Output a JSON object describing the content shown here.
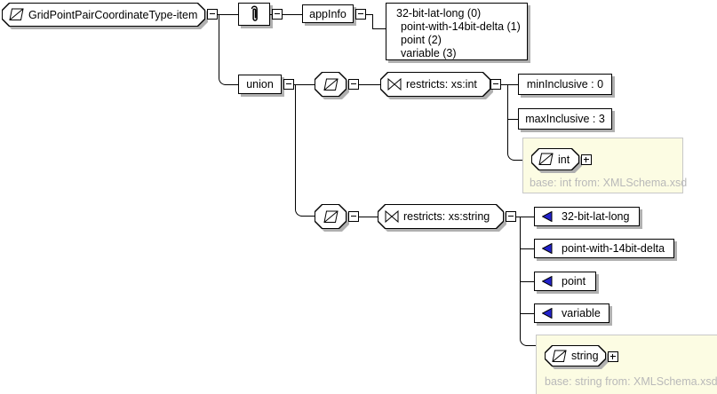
{
  "diagram": {
    "root": {
      "label": "GridPointPairCoordinateType-item"
    },
    "annotation": {
      "appinfo_label": "appInfo",
      "doc_lines": [
        "32-bit-lat-long (0)",
        "point-with-14bit-delta (1)",
        "point (2)",
        "variable (3)"
      ]
    },
    "union_label": "union",
    "int_branch": {
      "restriction_label": "restricts: xs:int",
      "facets": [
        "minInclusive : 0",
        "maxInclusive : 3"
      ],
      "base_type_label": "int",
      "base_note": "base: int from: XMLSchema.xsd"
    },
    "string_branch": {
      "restriction_label": "restricts: xs:string",
      "enums": [
        "32-bit-lat-long",
        "point-with-14bit-delta",
        "point",
        "variable"
      ],
      "base_type_label": "string",
      "base_note": "base: string from: XMLSchema.xsd"
    },
    "colors": {
      "note_background": "#fcfce3",
      "note_border": "#c8c8c8",
      "note_text": "#b9b9b9",
      "enum_arrow": "#2222cc",
      "shadow": "#b0b0b0"
    }
  }
}
